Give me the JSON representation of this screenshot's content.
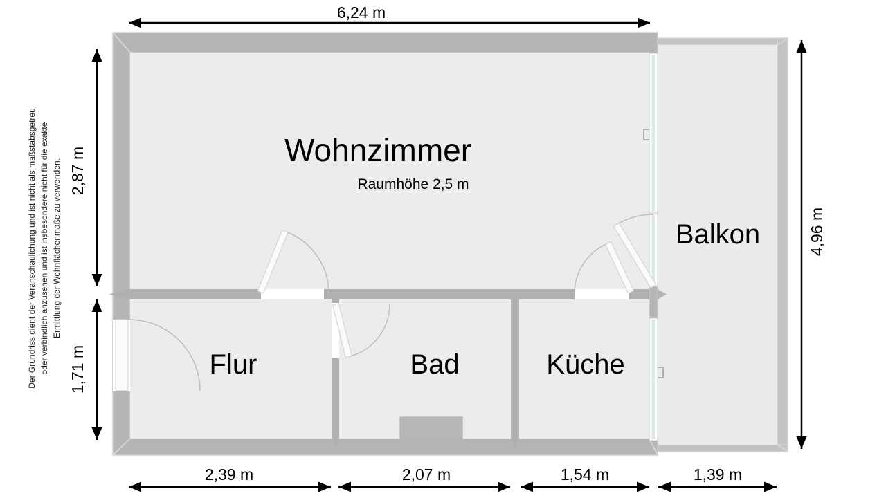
{
  "floorplan": {
    "rooms": {
      "wohnzimmer": {
        "label": "Wohnzimmer",
        "sublabel": "Raumhöhe 2,5 m"
      },
      "balkon": {
        "label": "Balkon"
      },
      "flur": {
        "label": "Flur"
      },
      "bad": {
        "label": "Bad"
      },
      "kueche": {
        "label": "Küche"
      }
    },
    "dimensions": {
      "top": "6,24 m",
      "left_upper": "2,87 m",
      "left_lower": "1,71 m",
      "right": "4,96 m",
      "bottom_flur": "2,39 m",
      "bottom_bad": "2,07 m",
      "bottom_kueche": "1,54 m",
      "bottom_balkon": "1,39 m"
    },
    "disclaimer": {
      "line1": "Der Grundriss dient der Veranschaulichung und ist nicht als maßstabsgetreu",
      "line2": "oder verbindlich anzusehen und ist insbesondere nicht für die exakte",
      "line3": "Ermittlung der Wohnflächenmaße zu verwenden."
    },
    "colors": {
      "wall": "#b5b5b5",
      "wall_interior": "#b0b0b0",
      "wall_balcony": "#c3c3c3",
      "room": "#ececec",
      "balcony_room": "#ebebeb",
      "glass": "#d8eaec",
      "chimney": "#b7b7b7",
      "dimension": "#000000"
    }
  }
}
